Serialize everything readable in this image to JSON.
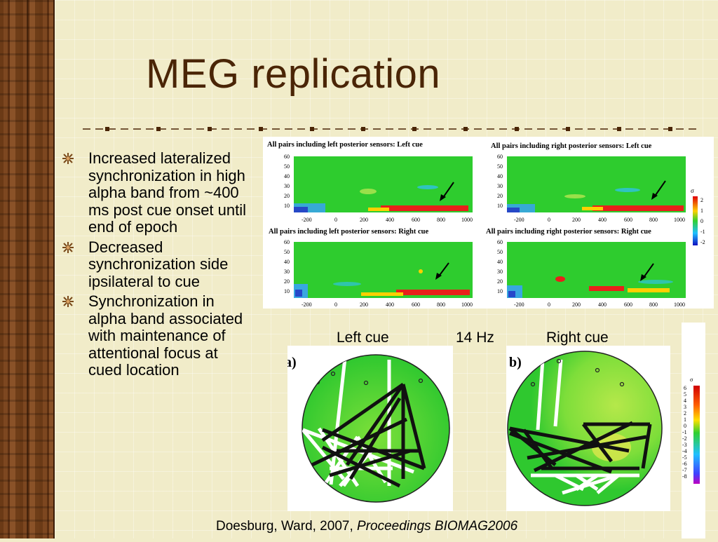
{
  "slide": {
    "title": "MEG replication",
    "bullets": [
      "Increased lateralized synchronization in high alpha band from ~400 ms post cue onset until end of epoch",
      "Decreased synchronization side ipsilateral to cue",
      "Synchronization in alpha band associated with maintenance of attentional focus at cued location"
    ],
    "captions": {
      "left_cue": "Left cue",
      "freq": "14 Hz",
      "right_cue": "Right cue"
    },
    "citation": {
      "authors": "Doesburg, Ward, 2007,",
      "venue": "Proceedings BIOMAG2006"
    }
  },
  "figure_top": {
    "panel_titles": [
      "All pairs including left posterior sensors: Left cue",
      "All pairs including right posterior sensors: Left cue",
      "All pairs including left posterior sensors: Right cue",
      "All pairs including right posterior sensors: Right cue"
    ],
    "y_ticks": [
      "60",
      "50",
      "40",
      "30",
      "20",
      "10"
    ],
    "x_ticks": [
      "-200",
      "0",
      "200",
      "400",
      "600",
      "800",
      "1000"
    ],
    "colorbar_label": "σ",
    "colorbar_ticks": [
      "2",
      "1",
      "0",
      "-1",
      "-2"
    ]
  },
  "figure_bottom": {
    "labels": [
      "a)",
      "b)"
    ],
    "colorbar_label": "σ",
    "colorbar_ticks": [
      "6",
      "5",
      "4",
      "3",
      "2",
      "1",
      "0",
      "-1",
      "-2",
      "-3",
      "-4",
      "-5",
      "-6",
      "-7",
      "-8"
    ]
  },
  "colors": {
    "title": "#4a2506",
    "background": "#f1ecc9",
    "map_green": "#2ecc2e",
    "sync_red": "#e8201a"
  }
}
